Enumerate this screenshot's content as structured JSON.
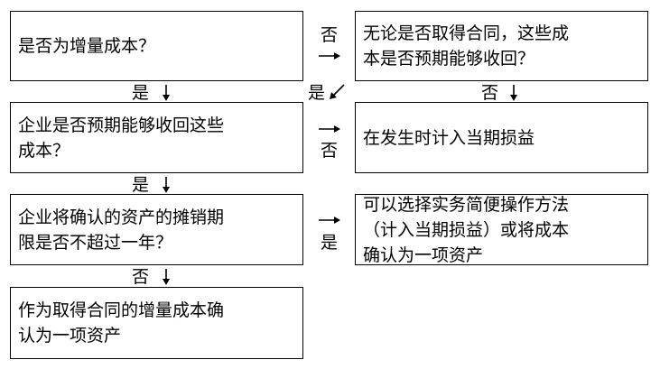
{
  "boxes": {
    "q_incremental_cost": "是否为增量成本？",
    "q_regardless": "无论是否取得合同，这些成\n本是否预期能够收回？",
    "q_recoverable": "企业是否预期能够收回这些\n成本？",
    "r_expense": "在发生时计入当期损益",
    "q_amortization": "企业将确认的资产的摊销期\n限是否不超过一年？",
    "r_practical": "可以选择实务简便操作方法\n（计入当期损益）或将成本\n确认为一项资产",
    "r_asset": "作为取得合同的增量成本确\n认为一项资产"
  },
  "labels": {
    "yes": "是",
    "no": "否"
  }
}
